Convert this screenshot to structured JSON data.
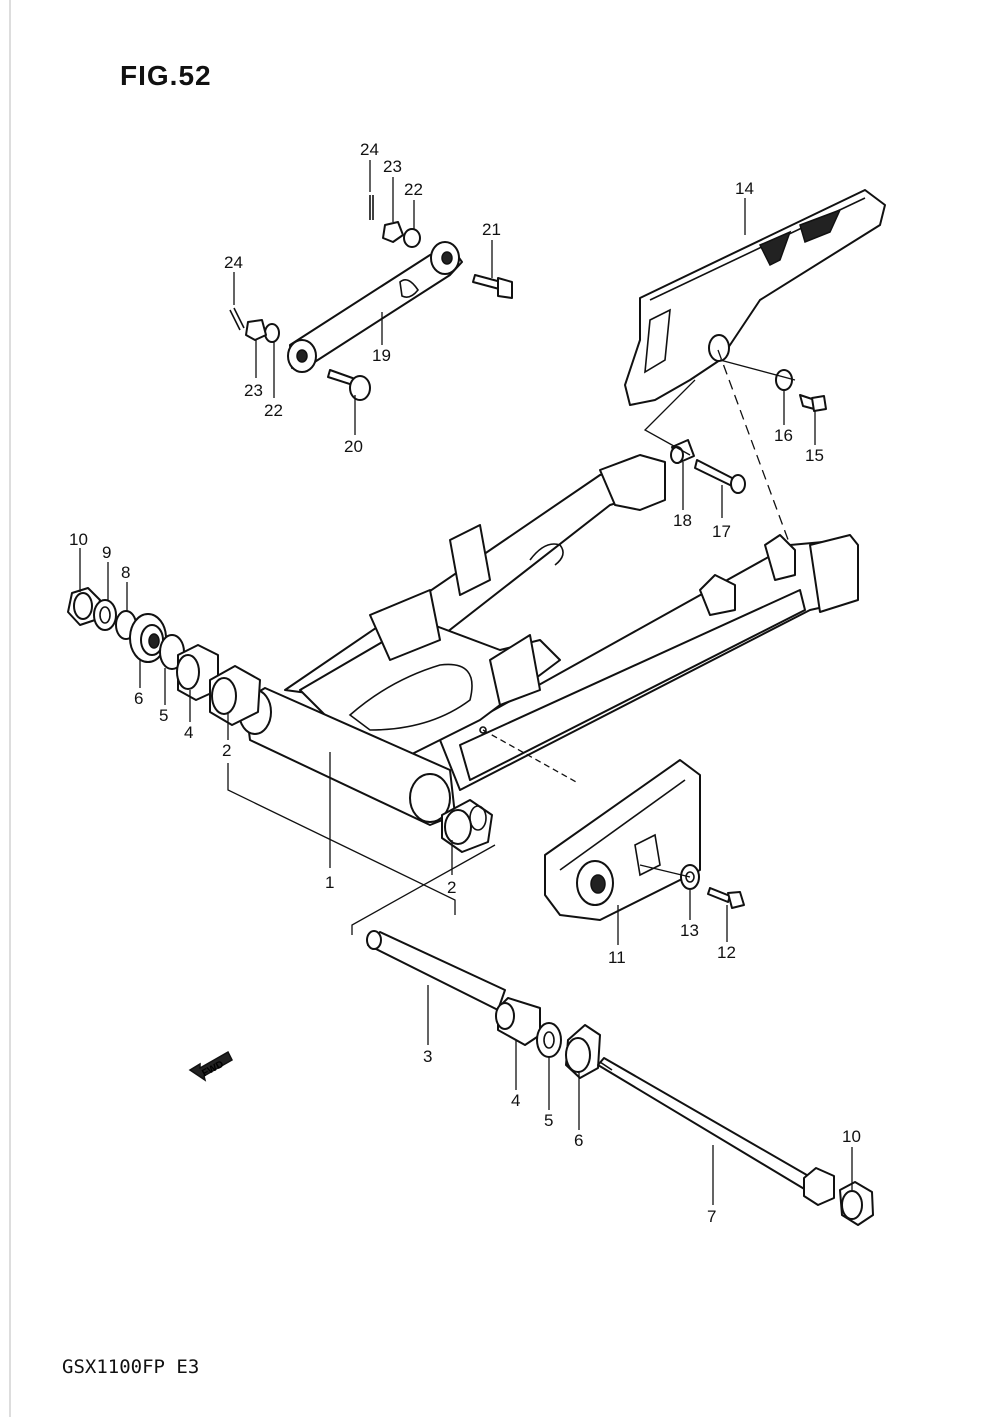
{
  "figure": {
    "title": "FIG.52",
    "model_label": "GSX1100FP E3",
    "direction_marker": "FWD"
  },
  "callouts": [
    {
      "id": "c1",
      "number": "1"
    },
    {
      "id": "c2a",
      "number": "2"
    },
    {
      "id": "c2b",
      "number": "2"
    },
    {
      "id": "c3",
      "number": "3"
    },
    {
      "id": "c4a",
      "number": "4"
    },
    {
      "id": "c4b",
      "number": "4"
    },
    {
      "id": "c5a",
      "number": "5"
    },
    {
      "id": "c5b",
      "number": "5"
    },
    {
      "id": "c6a",
      "number": "6"
    },
    {
      "id": "c6b",
      "number": "6"
    },
    {
      "id": "c7",
      "number": "7"
    },
    {
      "id": "c8",
      "number": "8"
    },
    {
      "id": "c9",
      "number": "9"
    },
    {
      "id": "c10a",
      "number": "10"
    },
    {
      "id": "c10b",
      "number": "10"
    },
    {
      "id": "c11",
      "number": "11"
    },
    {
      "id": "c12",
      "number": "12"
    },
    {
      "id": "c13",
      "number": "13"
    },
    {
      "id": "c14",
      "number": "14"
    },
    {
      "id": "c15",
      "number": "15"
    },
    {
      "id": "c16",
      "number": "16"
    },
    {
      "id": "c17",
      "number": "17"
    },
    {
      "id": "c18",
      "number": "18"
    },
    {
      "id": "c19",
      "number": "19"
    },
    {
      "id": "c20",
      "number": "20"
    },
    {
      "id": "c21",
      "number": "21"
    },
    {
      "id": "c22a",
      "number": "22"
    },
    {
      "id": "c22b",
      "number": "22"
    },
    {
      "id": "c23a",
      "number": "23"
    },
    {
      "id": "c23b",
      "number": "23"
    },
    {
      "id": "c24a",
      "number": "24"
    },
    {
      "id": "c24b",
      "number": "24"
    }
  ]
}
